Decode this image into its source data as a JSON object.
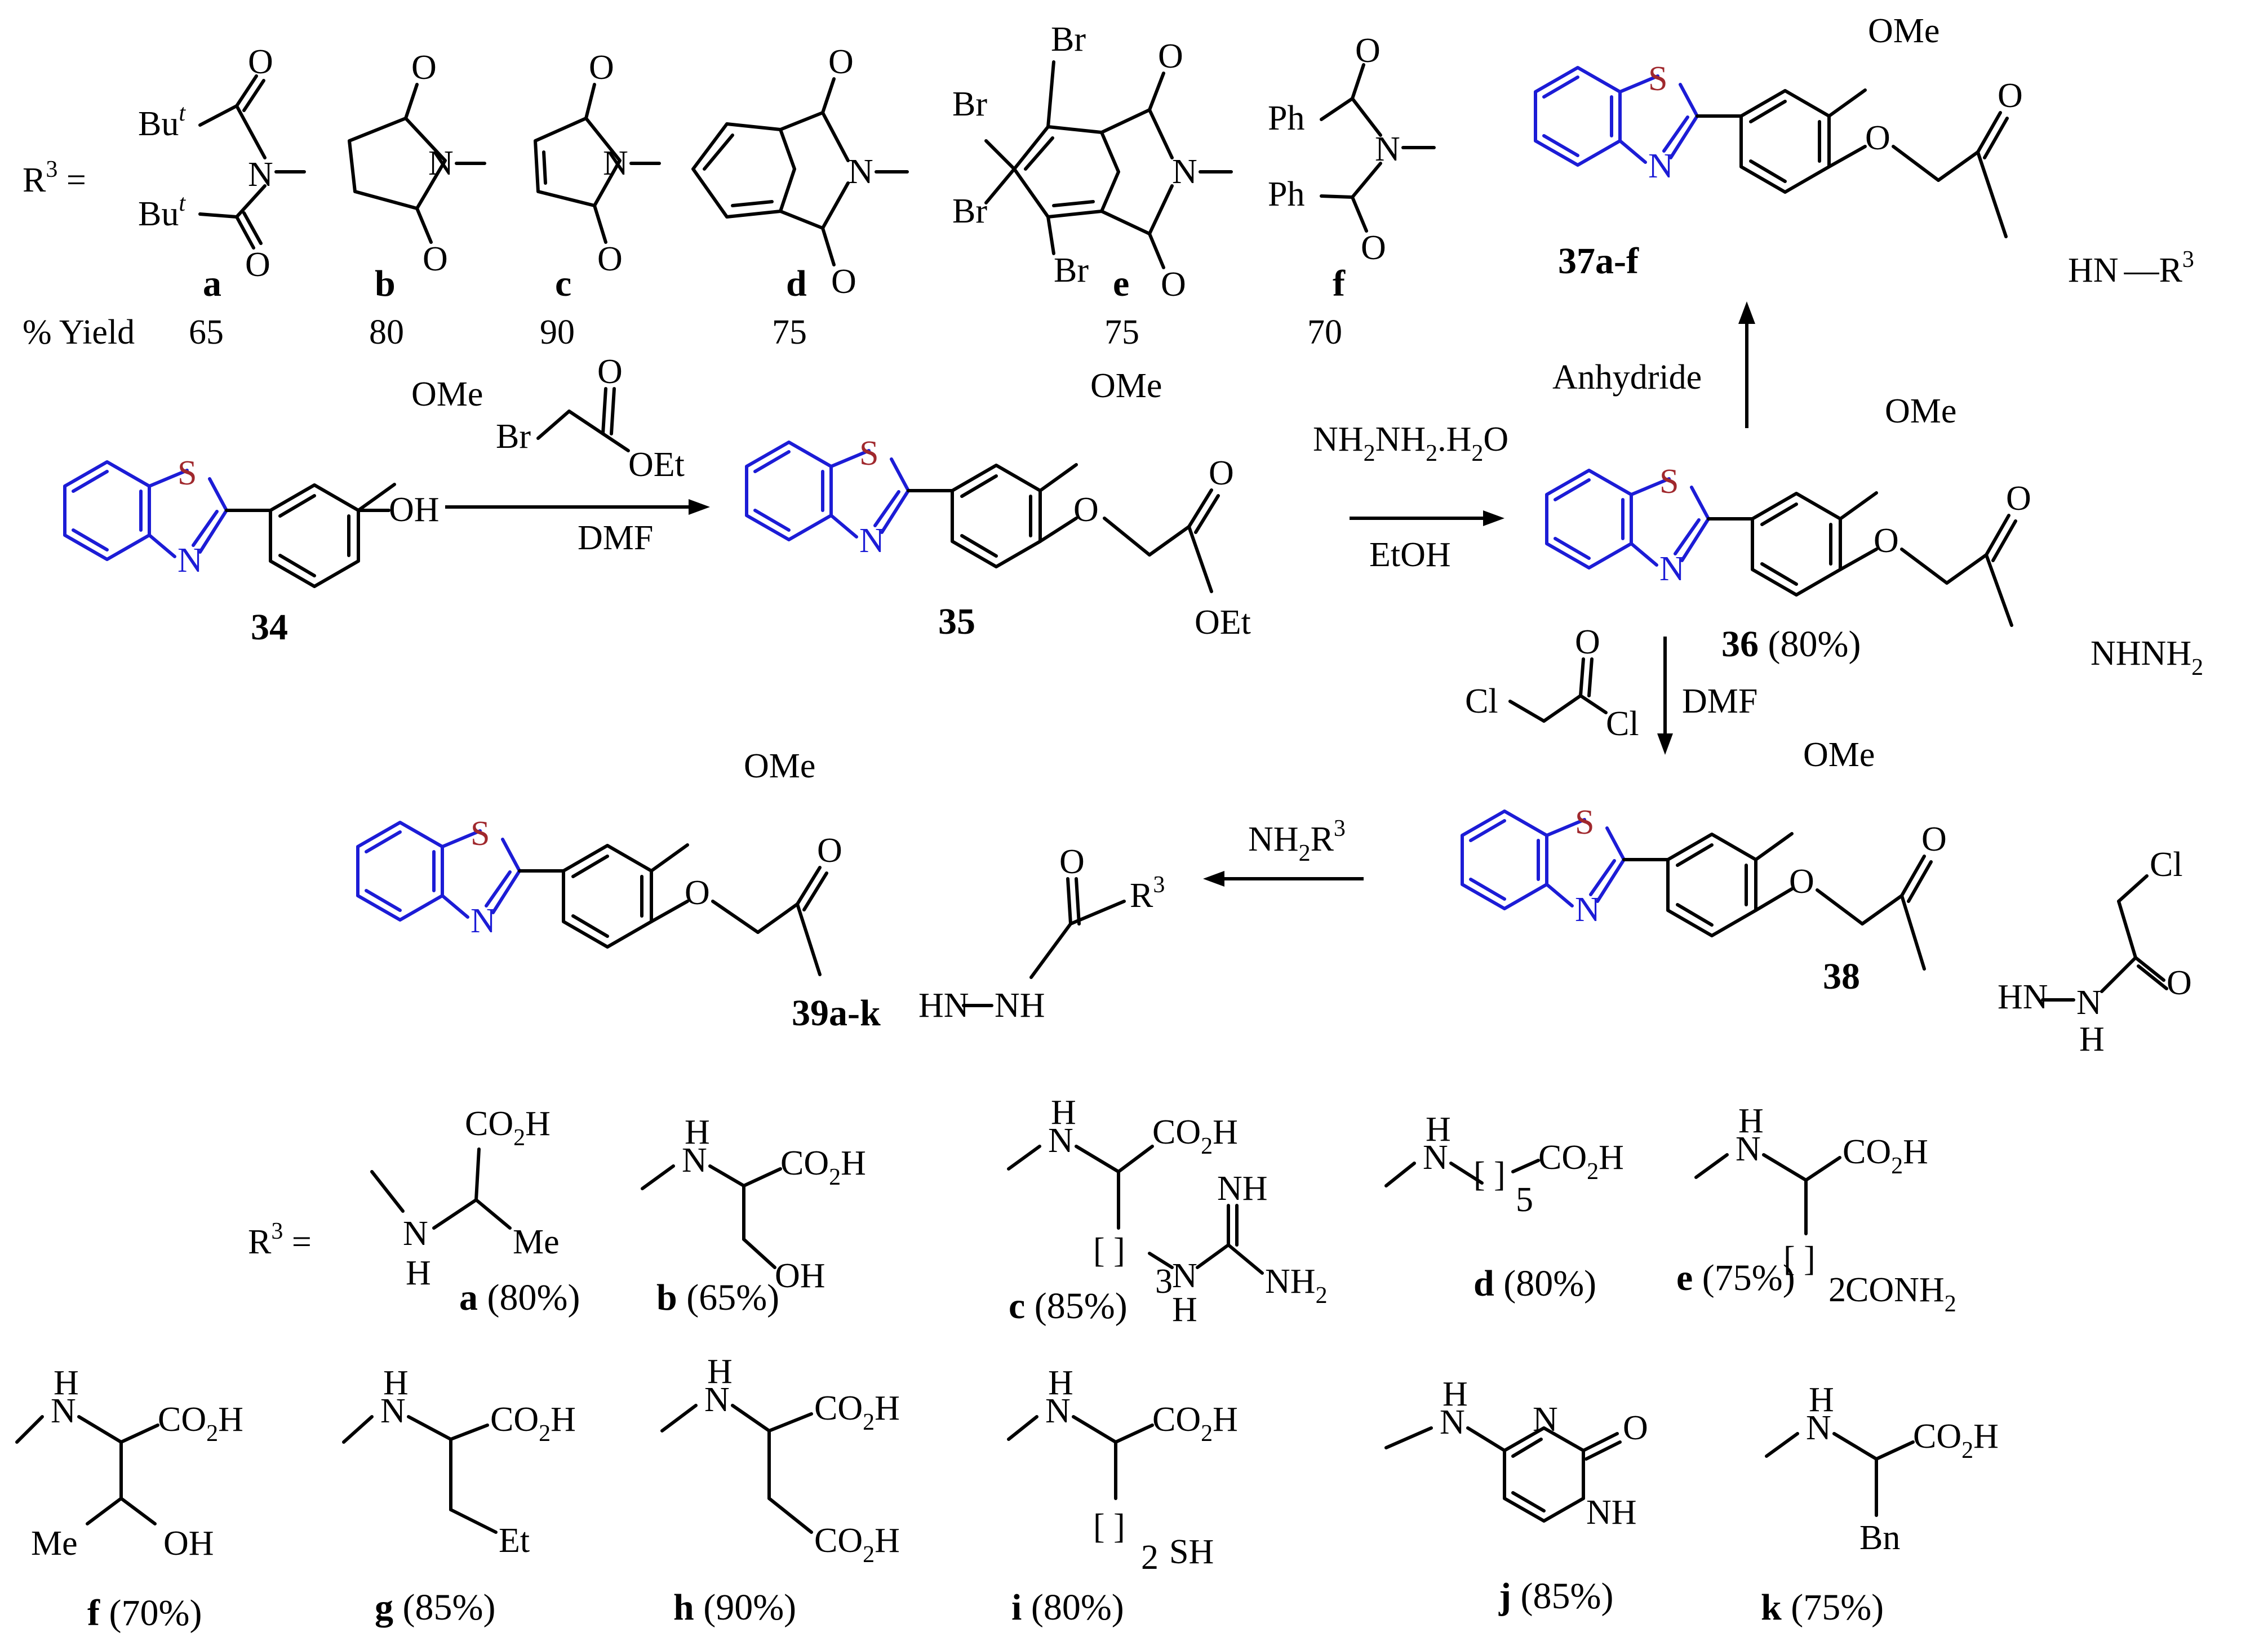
{
  "colors": {
    "benzothiazole": "#1c1cd6",
    "sulfur": "#a0282d",
    "bond": "#000000"
  },
  "atoms": {
    "S": "S",
    "N": "N",
    "O": "O"
  },
  "groups": {
    "ome": "OMe",
    "oet": "OEt",
    "oh": "OH",
    "br": "Br",
    "cl": "Cl",
    "nhnh2": "NHNH",
    "hn_r3": "HN",
    "hn_nh": "HN",
    "nh_right": "NH",
    "h": "H",
    "n": "N",
    "me": "Me",
    "but": "Bu",
    "ph": "Ph",
    "r3": "R"
  },
  "top_r3": {
    "label": "R",
    "sup": "3",
    "eq": " =",
    "yield_label": "% Yield",
    "items": [
      {
        "letter": "a",
        "yield": "65"
      },
      {
        "letter": "b",
        "yield": "80"
      },
      {
        "letter": "c",
        "yield": "90"
      },
      {
        "letter": "d",
        "yield": "75"
      },
      {
        "letter": "e",
        "yield": "75"
      },
      {
        "letter": "f",
        "yield": "70"
      }
    ]
  },
  "compounds": {
    "c34": "34",
    "c35": "35",
    "c36": "36",
    "c36_yield": " (80%)",
    "c37": "37a-f",
    "c38": "38",
    "c39": "39a-k"
  },
  "reagents": {
    "step1_below": "DMF",
    "step2_above": "NH",
    "step2_mid": "NH",
    "step2_tail": ".H",
    "step2_o": "O",
    "step2_below": "EtOH",
    "step3_label": "Anhydride",
    "step4_right": "DMF",
    "step5_above": "NH"
  },
  "bottom_r3": {
    "items": [
      {
        "letter": "a",
        "yield": " (80%)"
      },
      {
        "letter": "b",
        "yield": " (65%)"
      },
      {
        "letter": "c",
        "yield": " (85%)"
      },
      {
        "letter": "d",
        "yield": " (80%)"
      },
      {
        "letter": "e",
        "yield": " (75%)"
      },
      {
        "letter": "f",
        "yield": " (70%)"
      },
      {
        "letter": "g",
        "yield": " (85%)"
      },
      {
        "letter": "h",
        "yield": " (90%)"
      },
      {
        "letter": "i",
        "yield": " (80%)"
      },
      {
        "letter": "j",
        "yield": " (85%)"
      },
      {
        "letter": "k",
        "yield": " (75%)"
      }
    ],
    "co2h": "CO",
    "conh2": "CONH",
    "et": "Et",
    "bn": "Bn",
    "sh": "SH",
    "nh2": "NH"
  },
  "subscripts": {
    "two": "2",
    "three": "3",
    "five": "5",
    "t": "t"
  }
}
